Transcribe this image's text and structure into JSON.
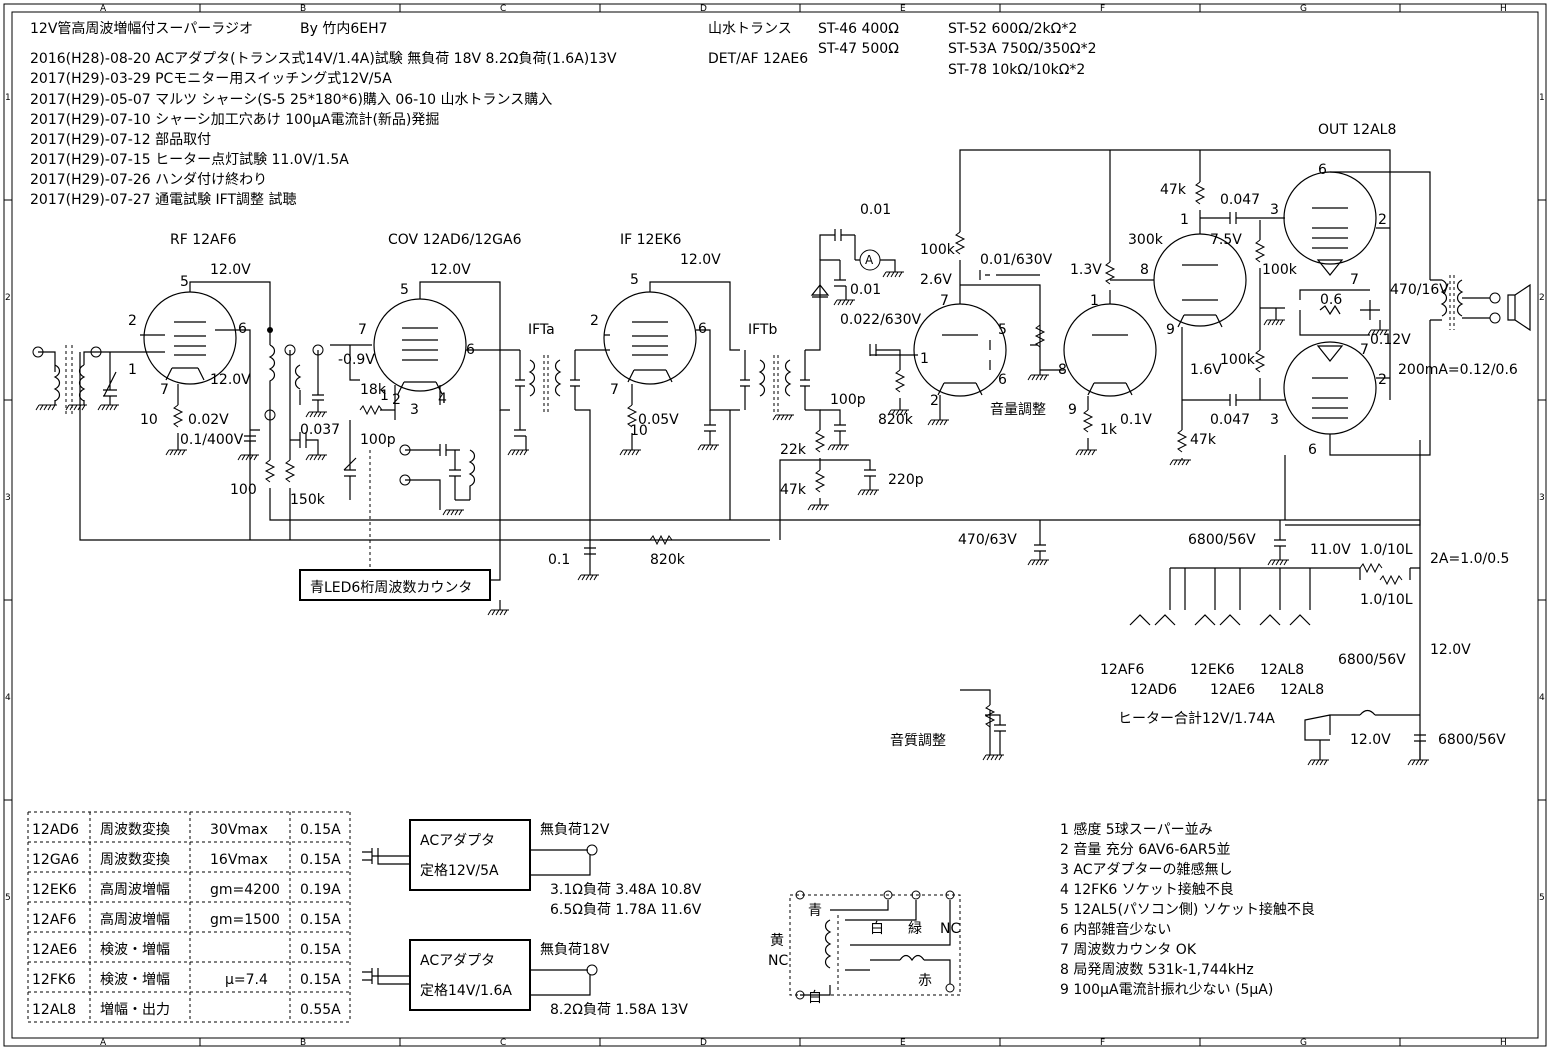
{
  "title": "12V管高周波増幅付スーパーラジオ",
  "author": "By  竹内6EH7",
  "history": [
    "2016(H28)-08-20  ACアダプタ(トランス式14V/1.4A)試験  無負荷 18V  8.2Ω負荷(1.6A)13V",
    "2017(H29)-03-29  PCモニター用スイッチング式12V/5A",
    "2017(H29)-05-07  マルツ シャーシ(S-5  25*180*6)購入      06-10  山水トランス購入",
    "2017(H29)-07-10  シャーシ加工穴あけ      100µA電流計(新品)発掘",
    "2017(H29)-07-12  部品取付",
    "2017(H29)-07-15  ヒーター点灯試験 11.0V/1.5A",
    "2017(H29)-07-26  ハンダ付け終わり",
    "2017(H29)-07-27  通電試験  IFT調整  試聴"
  ],
  "trans": {
    "head": "山水トランス",
    "c1": [
      "ST-46  400Ω",
      "ST-47  500Ω"
    ],
    "c2": [
      "ST-52  600Ω/2kΩ*2",
      "ST-53A  750Ω/350Ω*2",
      "ST-78  10kΩ/10kΩ*2"
    ],
    "det": "DET/AF  12AE6"
  },
  "border": {
    "cols": [
      "A",
      "B",
      "C",
      "D",
      "E",
      "F",
      "G",
      "H"
    ],
    "rows": [
      "1",
      "2",
      "3",
      "4",
      "5"
    ]
  },
  "labels": {
    "rf": "RF 12AF6",
    "cov": "COV 12AD6/12GA6",
    "if": "IF 12EK6",
    "out": "OUT 12AL8",
    "ifta": "IFTa",
    "iftb": "IFTb",
    "counter": "青LED6桁周波数カウンタ",
    "vol": "音量調整",
    "tone": "音質調整",
    "heater_total": "ヒーター合計12V/1.74A",
    "amp_note": "200mA=0.12/0.6",
    "fuse_note": "2A=1.0/0.5",
    "meter": "A"
  },
  "pins": [
    "1",
    "2",
    "3",
    "4",
    "5",
    "6",
    "7",
    "8",
    "9"
  ],
  "vals": {
    "v120": "12.0V",
    "v26": "2.6V",
    "v13": "1.3V",
    "v75": "7.5V",
    "v16": "1.6V",
    "v11": "11.0V",
    "vm09": "-0.9V",
    "v002": "0.02V",
    "v005": "0.05V",
    "v01": "0.1V",
    "v012": "0.12V",
    "r10": "10",
    "r100": "100",
    "r150k": "150k",
    "r18k": "18k",
    "r820k": "820k",
    "r22k": "22k",
    "r47k": "47k",
    "r100k": "100k",
    "r300k": "300k",
    "r1k": "1k",
    "r06": "0.6",
    "r10_10": "1.0/10L",
    "c01": "0.01",
    "c01_630": "0.01/630V",
    "c0022": "0.022/630V",
    "c0047": "0.047",
    "c0037": "0.037",
    "c100p": "100p",
    "c220p": "220p",
    "c01v": "0.1",
    "c01_400": "0.1/400V",
    "c470_63": "470/63V",
    "c470_16": "470/16V",
    "c6800": "6800/56V"
  },
  "heaters": [
    "12AF6",
    "12AD6",
    "12EK6",
    "12AE6",
    "12AL8",
    "12AL8"
  ],
  "table": [
    [
      "12AD6",
      "周波数変換",
      "30Vmax",
      "0.15A"
    ],
    [
      "12GA6",
      "周波数変換",
      "16Vmax",
      "0.15A"
    ],
    [
      "12EK6",
      "高周波増幅",
      "gm=4200",
      "0.19A"
    ],
    [
      "12AF6",
      "高周波増幅",
      "gm=1500",
      "0.15A"
    ],
    [
      "12AE6",
      "検波・増幅",
      "",
      "0.15A"
    ],
    [
      "12FK6",
      "検波・増幅",
      "µ=7.4",
      "0.15A"
    ],
    [
      "12AL8",
      "増幅・出力",
      "",
      "0.55A"
    ]
  ],
  "ac1": {
    "title": "ACアダプタ",
    "rating": "定格12V/5A",
    "noload": "無負荷12V",
    "l1": "3.1Ω負荷 3.48A 10.8V",
    "l2": "6.5Ω負荷 1.78A 11.6V"
  },
  "ac2": {
    "title": "ACアダプタ",
    "rating": "定格14V/1.6A",
    "noload": "無負荷18V",
    "l1": "8.2Ω負荷  1.58A   13V"
  },
  "ift_wiring": {
    "ao": "青",
    "ki": "黄",
    "nc": "NC",
    "shiro": "白",
    "midori": "緑",
    "aka": "赤"
  },
  "notes": [
    "1  感度  5球スーパー並み",
    "2  音量  充分  6AV6-6AR5並",
    "3  ACアダプターの雑感無し",
    "4  12FK6  ソケット接触不良",
    "5  12AL5(パソコン側)  ソケット接触不良",
    "6  内部雑音少ない",
    "7  周波数カウンタ OK",
    "8  局発周波数   531k-1,744kHz",
    "9  100µA電流計振れ少ない (5µA)"
  ]
}
